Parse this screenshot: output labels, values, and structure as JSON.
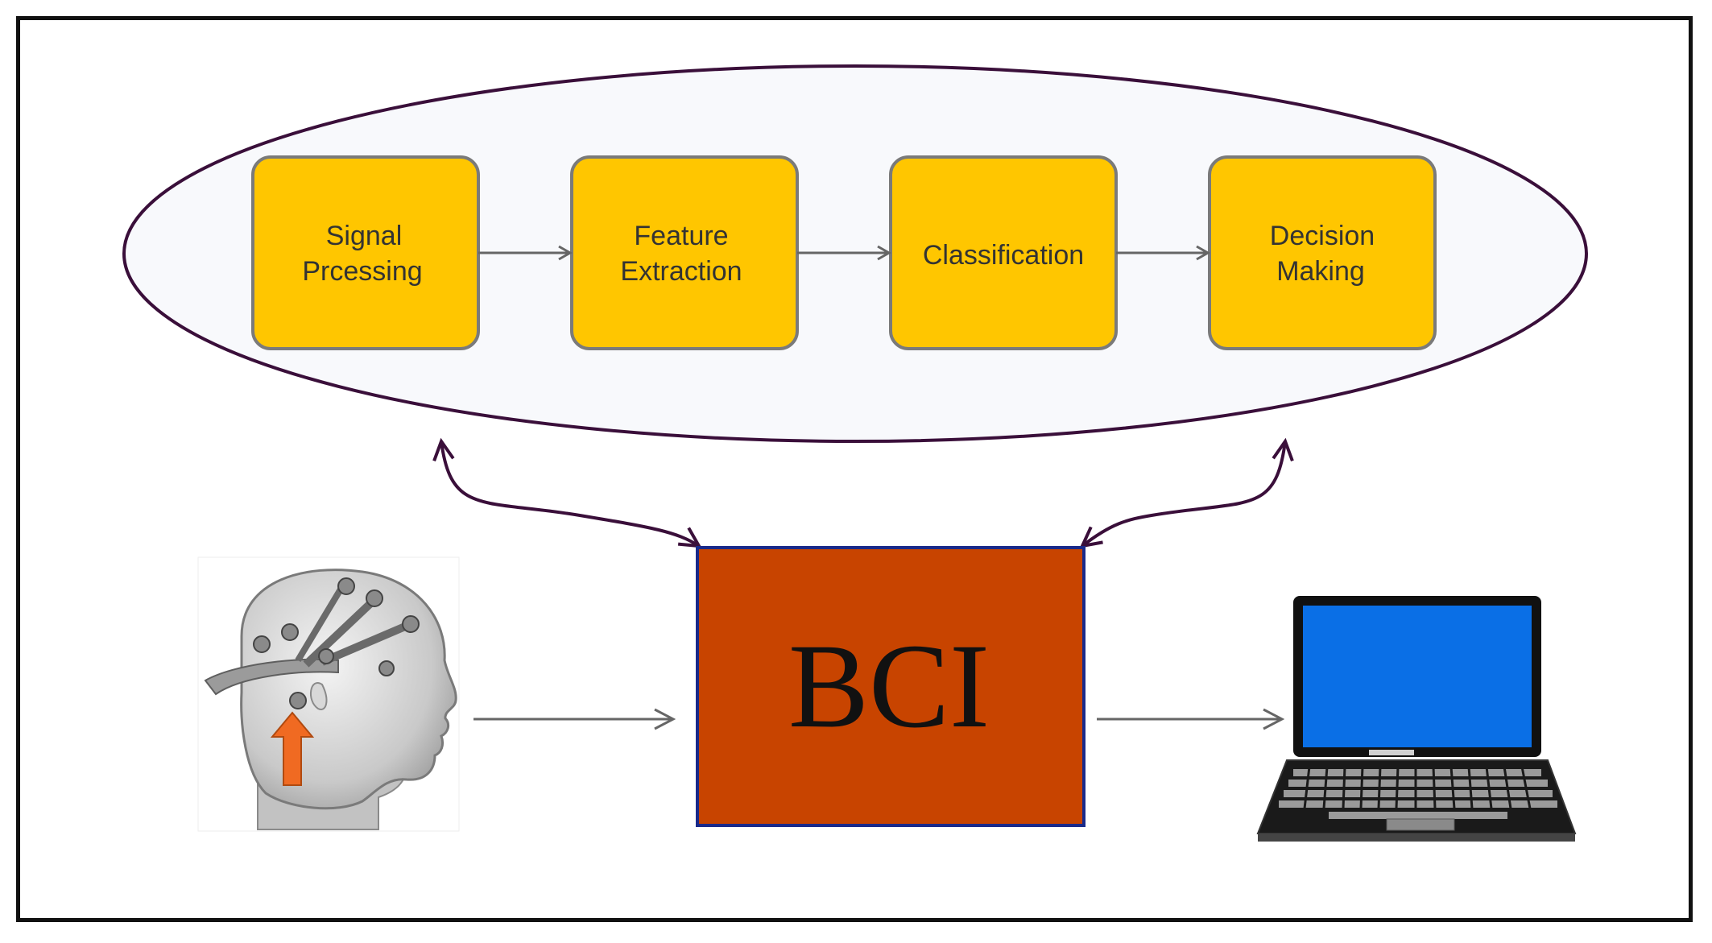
{
  "diagram": {
    "steps": [
      {
        "id": "signal-processing",
        "lines": [
          "Signal",
          "Prcessing"
        ]
      },
      {
        "id": "feature-extraction",
        "lines": [
          "Feature",
          "Extraction"
        ]
      },
      {
        "id": "classification",
        "lines": [
          "Classification"
        ]
      },
      {
        "id": "decision-making",
        "lines": [
          "Decision",
          "Making"
        ]
      }
    ],
    "bci_label": "BCI",
    "colors": {
      "step_fill": "#FFC600",
      "step_stroke": "#7a7a7a",
      "ellipse_stroke": "#3a0f3a",
      "ellipse_fill": "#f8f9fc",
      "bci_fill": "#C84400",
      "bci_stroke": "#1a2a8a",
      "arrow": "#666666",
      "curve_arrow": "#3a0f3a",
      "screen": "#0a6fe6",
      "laptop_body": "#111111",
      "head_arrow": "#F06A22"
    },
    "icons": [
      "eeg-head-icon",
      "laptop-icon"
    ]
  }
}
